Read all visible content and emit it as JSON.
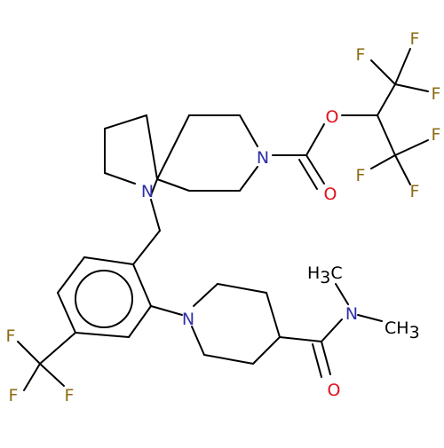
{
  "colors": {
    "bond": "#000000",
    "N": "#2e2ea8",
    "O": "#e0101c",
    "F": "#8c6a12"
  },
  "atoms": {
    "N_spiro": "N",
    "N_piperidine_spiro": "N",
    "O_ester": "O",
    "O_carbonyl": "O",
    "N_aryl_piperidine": "N",
    "N_amide": "N",
    "O_amide": "O",
    "F_1": "F",
    "F_2": "F",
    "F_3": "F",
    "F_4": "F",
    "F_5": "F",
    "F_6": "F",
    "F_7": "F",
    "F_8": "F",
    "F_9": "F",
    "methyl_1": {
      "H": "H",
      "n": "3",
      "C": "C"
    },
    "methyl_2": {
      "C": "CH",
      "n": "3"
    }
  }
}
